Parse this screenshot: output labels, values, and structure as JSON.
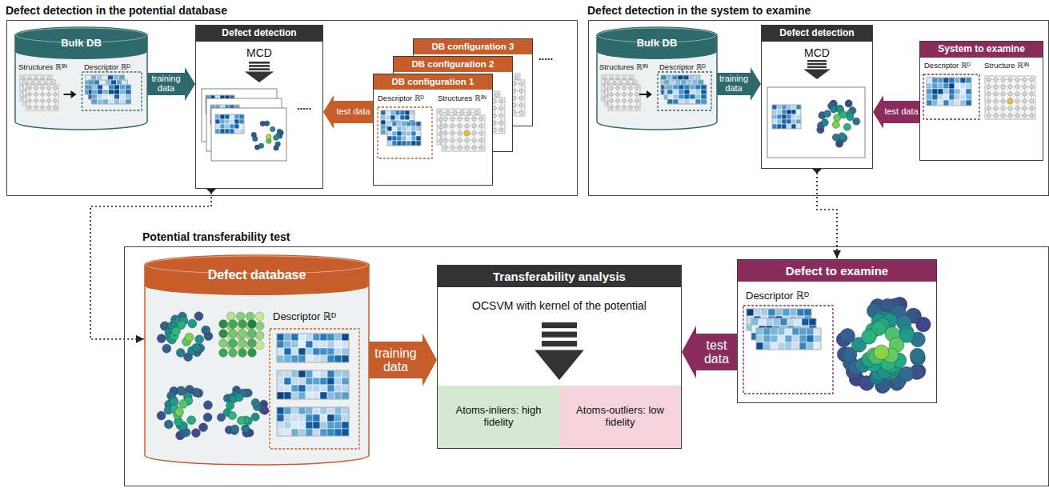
{
  "diagram": {
    "nodes": [
      {
        "text": [
          "Defect detection in the potential database"
        ]
      },
      {
        "text": [
          "Bulk DB",
          "Structures ℝ³ᴺ",
          "Descriptor ℝᴰ"
        ],
        "in": 0
      },
      {
        "text": [
          "Defect detection",
          "MCD"
        ],
        "in": 0
      },
      {
        "text": [
          "DB configuration 3"
        ],
        "in": 0
      },
      {
        "text": [
          "DB configuration 2"
        ],
        "in": 0
      },
      {
        "text": [
          "DB configuration 1",
          "Descriptor ℝᴰ",
          "Structures ℝ³ᴺ"
        ],
        "in": 0
      },
      {
        "text": [
          "Defect detection in the system to examine"
        ]
      },
      {
        "text": [
          "Bulk DB",
          "Structures ℝ³ᴺ",
          "Descriptor ℝᴰ"
        ],
        "in": 6
      },
      {
        "text": [
          "Defect detection",
          "MCD"
        ],
        "in": 6
      },
      {
        "text": [
          "System to examine",
          "Descriptor ℝᴰ",
          "Structure ℝ³ᴺ"
        ],
        "in": 6
      },
      {
        "text": [
          "Potential transferability test"
        ]
      },
      {
        "text": [
          "Defect database",
          "Descriptor ℝᴰ"
        ],
        "in": 10
      },
      {
        "text": [
          "Transferability analysis",
          "OCSVM with kernel of the potential"
        ],
        "in": 10
      },
      {
        "text": [
          "Atoms-inliers: high fidelity"
        ],
        "in": 12
      },
      {
        "text": [
          "Atoms-outliers: low fidelity"
        ],
        "in": 12
      },
      {
        "text": [
          "Defect to examine",
          "Descriptor ℝᴰ"
        ],
        "in": 10
      }
    ],
    "edges": [
      {
        "from": 1,
        "to": 2,
        "label": "training data",
        "arrow": "to"
      },
      {
        "from": 5,
        "to": 2,
        "label": "test data",
        "arrow": "to"
      },
      {
        "from": 2,
        "to": 11,
        "arrow": "to"
      },
      {
        "from": 7,
        "to": 8,
        "label": "training data",
        "arrow": "to"
      },
      {
        "from": 9,
        "to": 8,
        "label": "test data",
        "arrow": "to"
      },
      {
        "from": 8,
        "to": 15,
        "arrow": "to"
      },
      {
        "from": 11,
        "to": 12,
        "label": "training data",
        "arrow": "to"
      },
      {
        "from": 15,
        "to": 12,
        "label": "test data",
        "arrow": "to"
      }
    ],
    "labels": [
      ".....",
      "....."
    ]
  }
}
